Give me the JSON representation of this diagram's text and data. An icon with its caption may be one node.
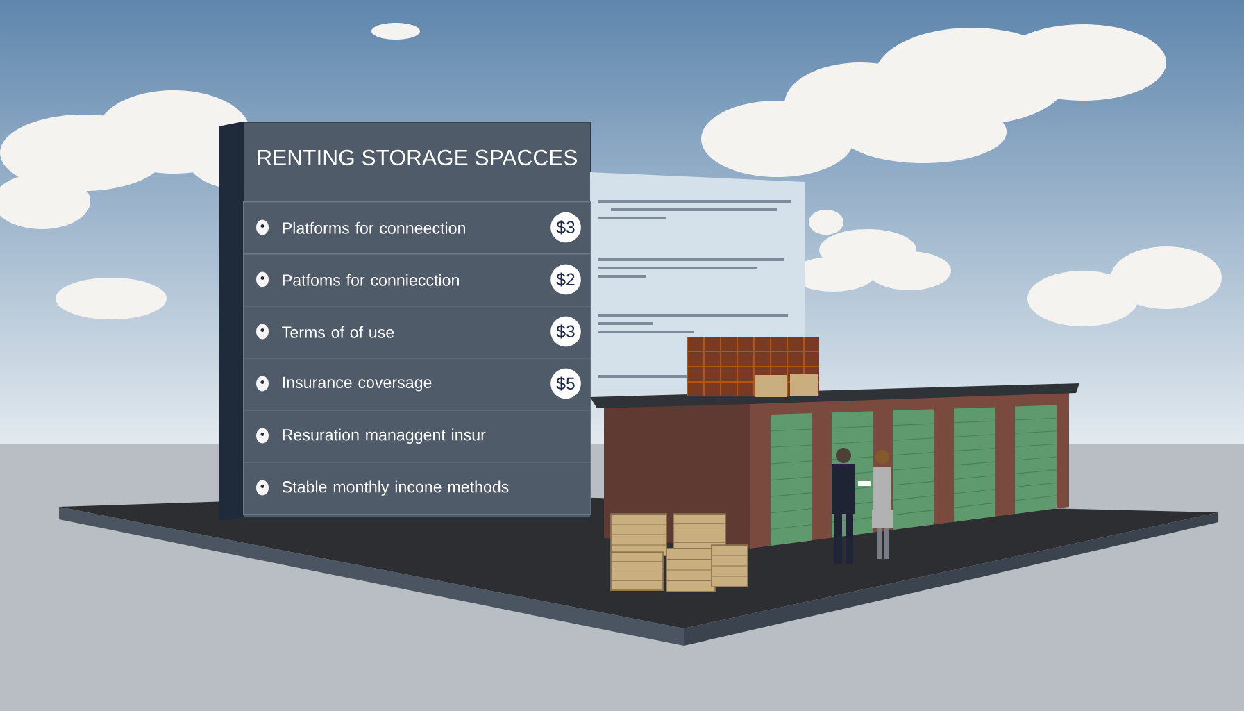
{
  "diagram": {
    "nodes": [
      {
        "text": [
          "RENTING STORAGE SPACCES"
        ]
      },
      {
        "text": [
          "Platforms for conneection"
        ],
        "in": 0
      },
      {
        "text": [
          "Patfoms for conniecction"
        ],
        "in": 0
      },
      {
        "text": [
          "Terms of of use"
        ],
        "in": 0
      },
      {
        "text": [
          "Insurance coversage"
        ],
        "in": 0
      },
      {
        "text": [
          "Resuration managgent insur"
        ],
        "in": 0
      },
      {
        "text": [
          "Stable monthly incone methods"
        ],
        "in": 0
      },
      {
        "text": [
          "$3"
        ],
        "in": 1
      },
      {
        "text": [
          "$2"
        ],
        "in": 2
      },
      {
        "text": [
          "$3"
        ],
        "in": 3
      },
      {
        "text": [
          "$5"
        ],
        "in": 4
      }
    ]
  }
}
